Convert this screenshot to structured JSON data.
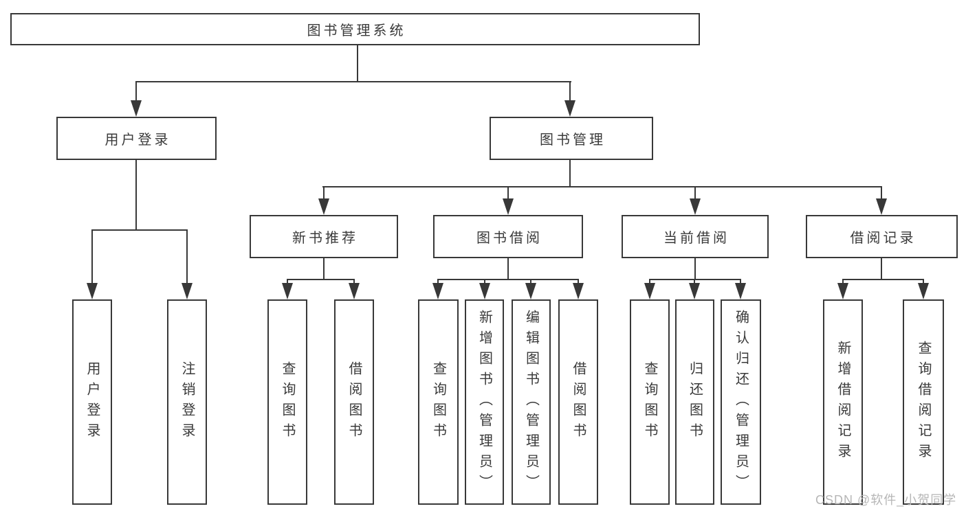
{
  "nodes": {
    "root": "图书管理系统",
    "user_login": "用户登录",
    "book_mgmt": "图书管理",
    "new_book_rec": "新书推荐",
    "book_borrow": "图书借阅",
    "current_borrow": "当前借阅",
    "borrow_records": "借阅记录",
    "leaf_user_login": "用户登录",
    "leaf_logout": "注销登录",
    "leaf_query_books_1": "查询图书",
    "leaf_borrow_books_1": "借阅图书",
    "leaf_query_books_2": "查询图书",
    "leaf_add_books_admin": "新增图书（管理员）",
    "leaf_edit_books_admin": "编辑图书（管理员）",
    "leaf_borrow_books_2": "借阅图书",
    "leaf_query_books_3": "查询图书",
    "leaf_return_books": "归还图书",
    "leaf_confirm_return_admin": "确认归还（管理员）",
    "leaf_add_borrow_record": "新增借阅记录",
    "leaf_query_borrow_record": "查询借阅记录"
  },
  "watermark": "CSDN @软件_小贺同学",
  "colors": {
    "line": "#383838",
    "text": "#3a3a3a",
    "watermark": "#b6b6b6",
    "background": "#ffffff"
  }
}
